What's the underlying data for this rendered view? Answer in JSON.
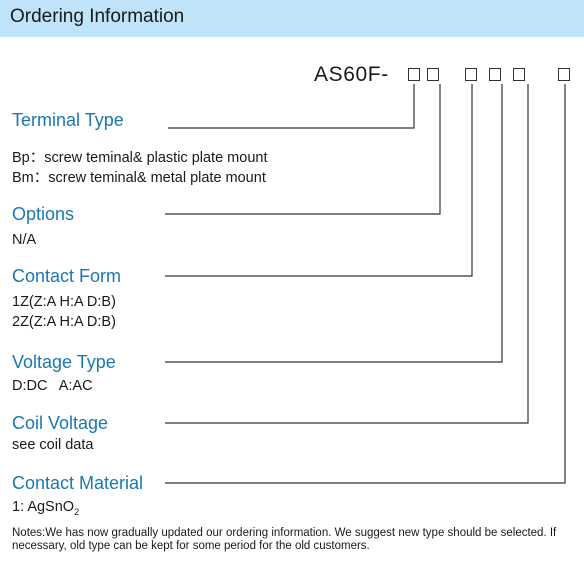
{
  "header": {
    "title": "Ordering Information"
  },
  "model": {
    "code_prefix": "AS60F-"
  },
  "sections": [
    {
      "title": "Terminal Type",
      "lines": [
        "Bp：screw teminal& plastic plate mount",
        "Bm：screw teminal& metal plate mount"
      ]
    },
    {
      "title": "Options",
      "lines": [
        "N/A"
      ]
    },
    {
      "title": "Contact Form",
      "lines": [
        "1Z(Z:A H:A D:B)",
        "2Z(Z:A H:A D:B)"
      ]
    },
    {
      "title": "Voltage Type",
      "lines": [
        "D:DC   A:AC"
      ]
    },
    {
      "title": "Coil Voltage",
      "lines": [
        "see coil data"
      ]
    },
    {
      "title": "Contact Material",
      "lines": [
        "1: AgSnO"
      ],
      "subscript": "2"
    }
  ],
  "notes": "Notes:We has now gradually updated our ordering information. We suggest new type should be selected. If necessary, old type can be kept for some period for the old customers.",
  "colors": {
    "header_bg": "#bfe3f8",
    "section_title": "#1a78b0",
    "text": "#1a1a1a",
    "line": "#333333"
  }
}
